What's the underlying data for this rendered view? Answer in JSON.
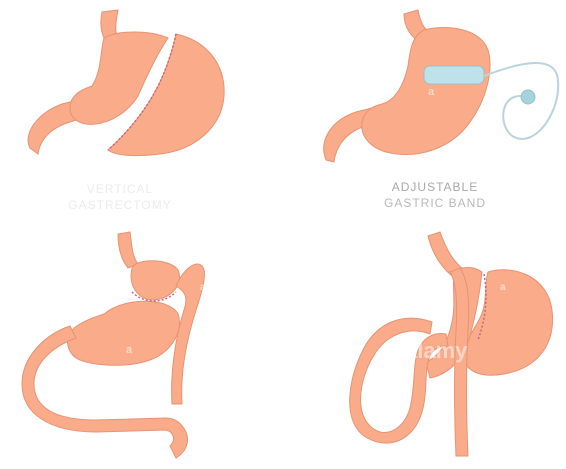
{
  "colors": {
    "organ_fill": "#f9ab8a",
    "organ_stroke": "#e79374",
    "staple_line": "#c9607a",
    "band": "#bfe1ea",
    "band_stroke": "#98c2cd",
    "port": "#a6d2de",
    "tube": "#b9d4dc",
    "label_text": "#b5b5b5"
  },
  "labels": {
    "sleeve_line1": "VERTICAL",
    "sleeve_line2": "GASTRECTOMY",
    "band_line1": "ADJUSTABLE",
    "band_line2": "GASTRIC BAND"
  },
  "watermarks": [
    "a",
    "a",
    "a",
    "alamy",
    "a"
  ],
  "panels": [
    {
      "name": "sleeve-gastrectomy",
      "label_keys": [
        "sleeve_line1",
        "sleeve_line2"
      ]
    },
    {
      "name": "adjustable-gastric-band",
      "label_keys": [
        "band_line1",
        "band_line2"
      ]
    },
    {
      "name": "gastric-bypass",
      "label_keys": []
    },
    {
      "name": "duodenal-switch",
      "label_keys": []
    }
  ]
}
